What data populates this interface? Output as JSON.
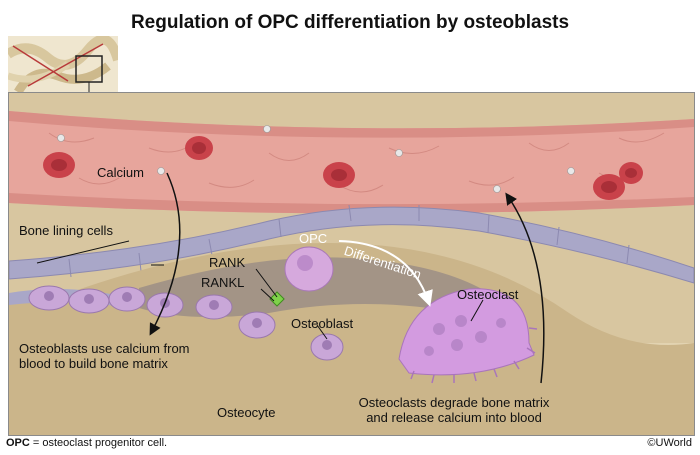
{
  "title": "Regulation of OPC differentiation by osteoblasts",
  "labels": {
    "calcium": "Calcium",
    "bone_lining_cells": "Bone lining cells",
    "opc": "OPC",
    "differentiation": "Differentiation",
    "rank": "RANK",
    "rankl": "RANKL",
    "osteoclast": "Osteoclast",
    "osteoblast": "Osteoblast",
    "osteoblasts_caption_1": "Osteoblasts use calcium from",
    "osteoblasts_caption_2": "blood to build bone matrix",
    "osteocyte": "Osteocyte",
    "osteoclasts_caption_1": "Osteoclasts degrade bone matrix",
    "osteoclasts_caption_2": "and release calcium into blood"
  },
  "footer": {
    "abbr": "OPC",
    "definition": " = osteoclast progenitor cell.",
    "copyright": "©UWorld"
  },
  "colors": {
    "vessel": "#e8a6a0",
    "red_cell": "#c9424a",
    "bone_matrix": "#d6c29b",
    "cell_purple": "#c9a7d8",
    "osteoclast": "#d39be0",
    "lining": "#a9a7c8"
  }
}
